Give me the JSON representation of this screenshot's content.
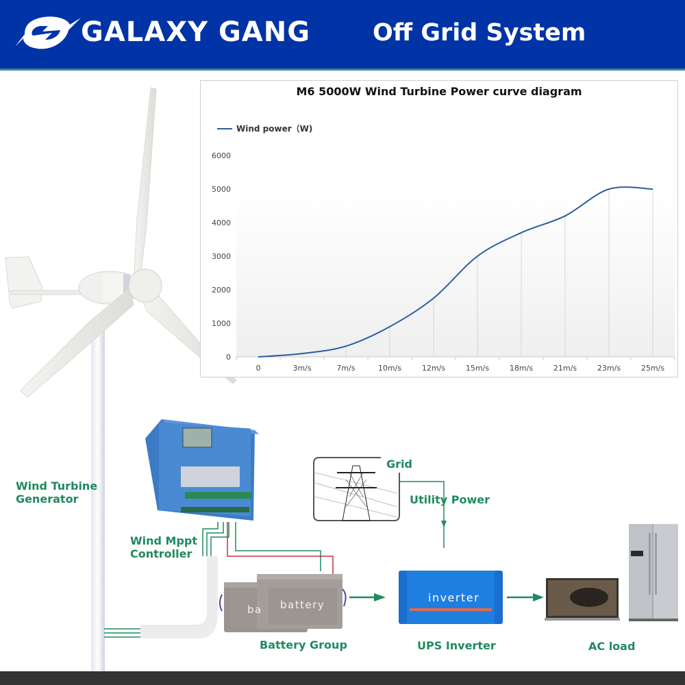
{
  "header": {
    "brand": "GALAXY GANG",
    "title": "Off Grid System",
    "background_color": "#0033a6"
  },
  "chart_data": {
    "type": "line",
    "title": "M6 5000W  Wind Turbine Power curve diagram",
    "legend": [
      "Wind power（W)"
    ],
    "legend_position": "top-left",
    "xlabel": "",
    "ylabel": "",
    "categories": [
      "0",
      "3m/s",
      "7m/s",
      "10m/s",
      "12m/s",
      "15m/s",
      "18m/s",
      "21m/s",
      "23m/s",
      "25m/s"
    ],
    "series": [
      {
        "name": "Wind power（W)",
        "color": "#2a5d9f",
        "values": [
          0,
          100,
          320,
          900,
          1750,
          3000,
          3700,
          4200,
          5000,
          5000
        ]
      }
    ],
    "yticks": [
      0,
      1000,
      2000,
      3000,
      4000,
      5000,
      6000
    ],
    "ylim": [
      0,
      6000
    ],
    "grid": "vertical lines at data points"
  },
  "diagram": {
    "labels": {
      "turbine": [
        "Wind Turbine",
        "Generator"
      ],
      "controller": [
        "Wind Mppt",
        "Controller"
      ],
      "grid": "Grid",
      "utility": "Utility Power",
      "battery_group": "Battery Group",
      "inverter": "UPS  Inverter",
      "ac_load": "AC load"
    },
    "device_text": {
      "battery_front": "battery",
      "battery_back": "ba",
      "inverter": "inverter"
    },
    "label_color": "#1f8a5e"
  }
}
